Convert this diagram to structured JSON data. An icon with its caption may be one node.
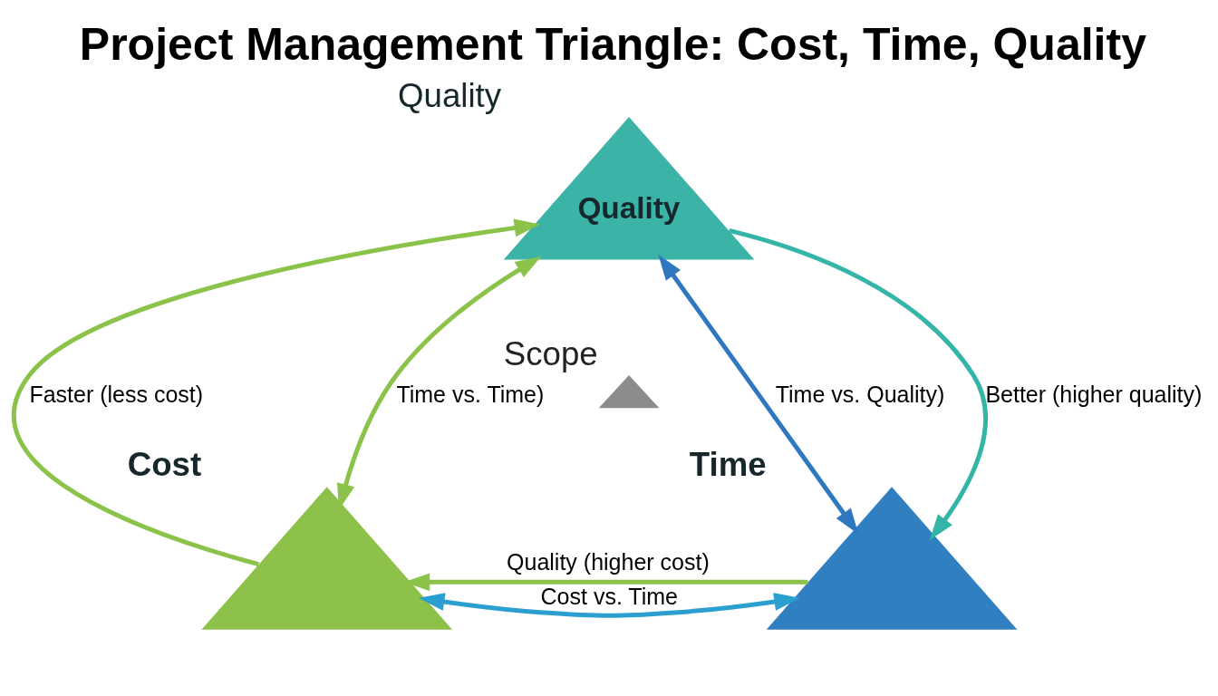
{
  "diagram": {
    "title": "Project Management Triangle: Cost, Time, Quality",
    "nodes": [
      {
        "text": [
          "Quality",
          "Quality"
        ]
      },
      {
        "text": [
          "Cost"
        ]
      },
      {
        "text": [
          "Time"
        ]
      },
      {
        "text": [
          "Scope"
        ]
      }
    ],
    "edges": [
      {
        "from": 1,
        "to": 0,
        "arrow": "to",
        "label": "Faster (less cost)"
      },
      {
        "from": 1,
        "to": 0,
        "arrow": "both",
        "label": "Time vs. Time)"
      },
      {
        "from": 0,
        "to": 2,
        "arrow": "both",
        "label": "Time vs. Quality)",
        "color": "#2f78c0"
      },
      {
        "from": 0,
        "to": 2,
        "arrow": "to",
        "label": "Better (higher quality)",
        "color": "#35b5a8"
      },
      {
        "from": 1,
        "to": 2,
        "arrow": "both",
        "label": "Cost vs. Time",
        "color": "#2a9fd0"
      },
      {
        "from": 2,
        "to": 1,
        "arrow": "to",
        "label": "Quality (higher cost)"
      }
    ]
  }
}
